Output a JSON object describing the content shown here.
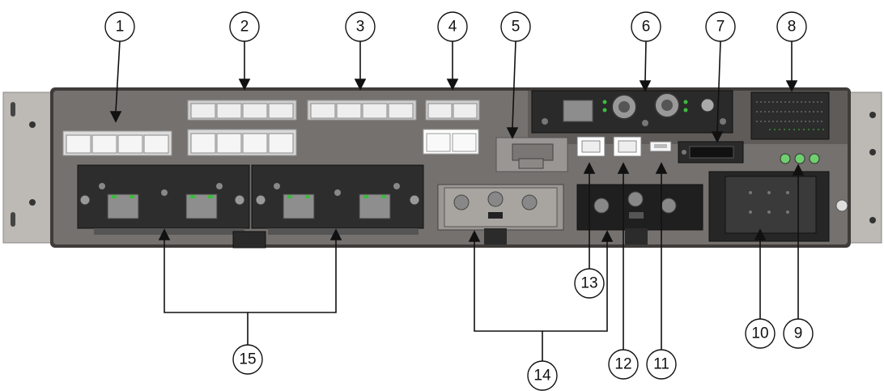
{
  "diagram": {
    "callouts": [
      {
        "id": 1,
        "label": "1"
      },
      {
        "id": 2,
        "label": "2"
      },
      {
        "id": 3,
        "label": "3"
      },
      {
        "id": 4,
        "label": "4"
      },
      {
        "id": 5,
        "label": "5"
      },
      {
        "id": 6,
        "label": "6"
      },
      {
        "id": 7,
        "label": "7"
      },
      {
        "id": 8,
        "label": "8"
      },
      {
        "id": 9,
        "label": "9"
      },
      {
        "id": 10,
        "label": "10"
      },
      {
        "id": 11,
        "label": "11"
      },
      {
        "id": 12,
        "label": "12"
      },
      {
        "id": 13,
        "label": "13"
      },
      {
        "id": 14,
        "label": "14"
      },
      {
        "id": 15,
        "label": "15"
      }
    ],
    "colors": {
      "chassis": "#6f6c6a",
      "chassis_dark": "#3f3c3a",
      "rack_ear": "#b9b6b1",
      "module_black": "#2b2b2b",
      "port_white": "#f2f2f2",
      "led_green": "#3dbb3d",
      "line": "#111111"
    }
  }
}
